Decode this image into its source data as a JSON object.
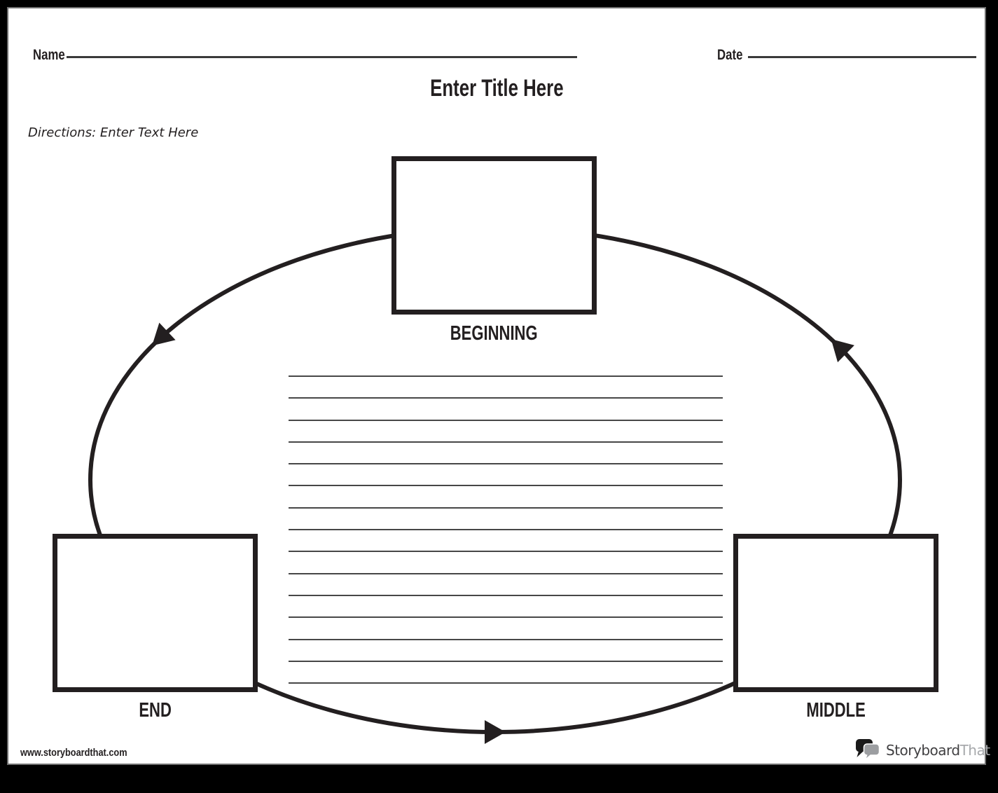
{
  "header": {
    "name_label": "Name",
    "date_label": "Date",
    "title": "Enter Title Here",
    "directions": "Directions: Enter Text Here"
  },
  "diagram": {
    "type": "story-cycle",
    "nodes": [
      {
        "label": "BEGINNING",
        "position": "top-center"
      },
      {
        "label": "MIDDLE",
        "position": "bottom-right"
      },
      {
        "label": "END",
        "position": "bottom-left"
      }
    ],
    "arrows": [
      {
        "from": "BEGINNING",
        "to": "END",
        "side": "left"
      },
      {
        "from": "END",
        "to": "MIDDLE",
        "side": "bottom"
      },
      {
        "from": "MIDDLE",
        "to": "BEGINNING",
        "side": "right"
      }
    ],
    "writing_lines_count": 15
  },
  "footer": {
    "url": "www.storyboardthat.com",
    "logo_primary": "Storyboard",
    "logo_secondary": "That"
  },
  "colors": {
    "ink": "#231f20",
    "writing_line": "#474747",
    "frame": "#000000",
    "logo_gray": "#a7a9ac",
    "logo_dark": "#414042"
  }
}
